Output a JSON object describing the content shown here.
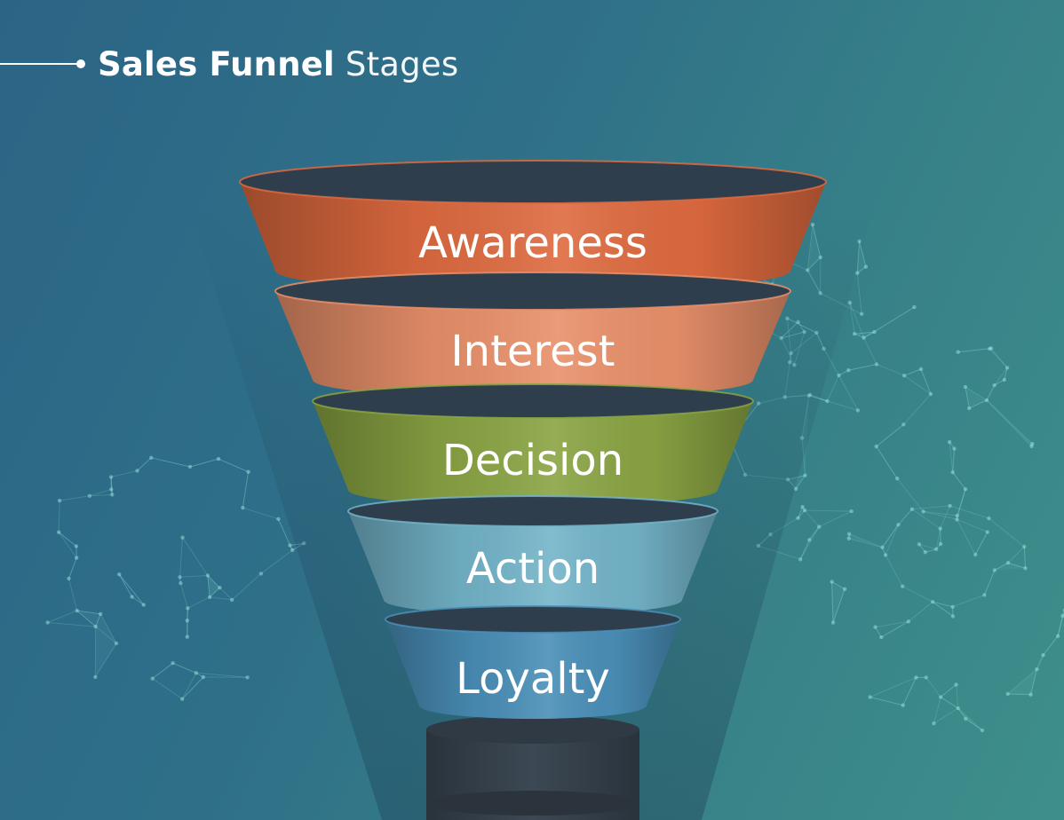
{
  "title": {
    "bold": "Sales Funnel",
    "light": "Stages"
  },
  "stages": [
    {
      "label": "Awareness",
      "color": "#de6a3f"
    },
    {
      "label": "Interest",
      "color": "#e9906a"
    },
    {
      "label": "Decision",
      "color": "#8aa443"
    },
    {
      "label": "Action",
      "color": "#73b4c9"
    },
    {
      "label": "Loyalty",
      "color": "#4a8fb8"
    }
  ],
  "colors": {
    "background": "#2f7088",
    "funnel_interior": "#2e3e4c",
    "base": "#35414d"
  }
}
